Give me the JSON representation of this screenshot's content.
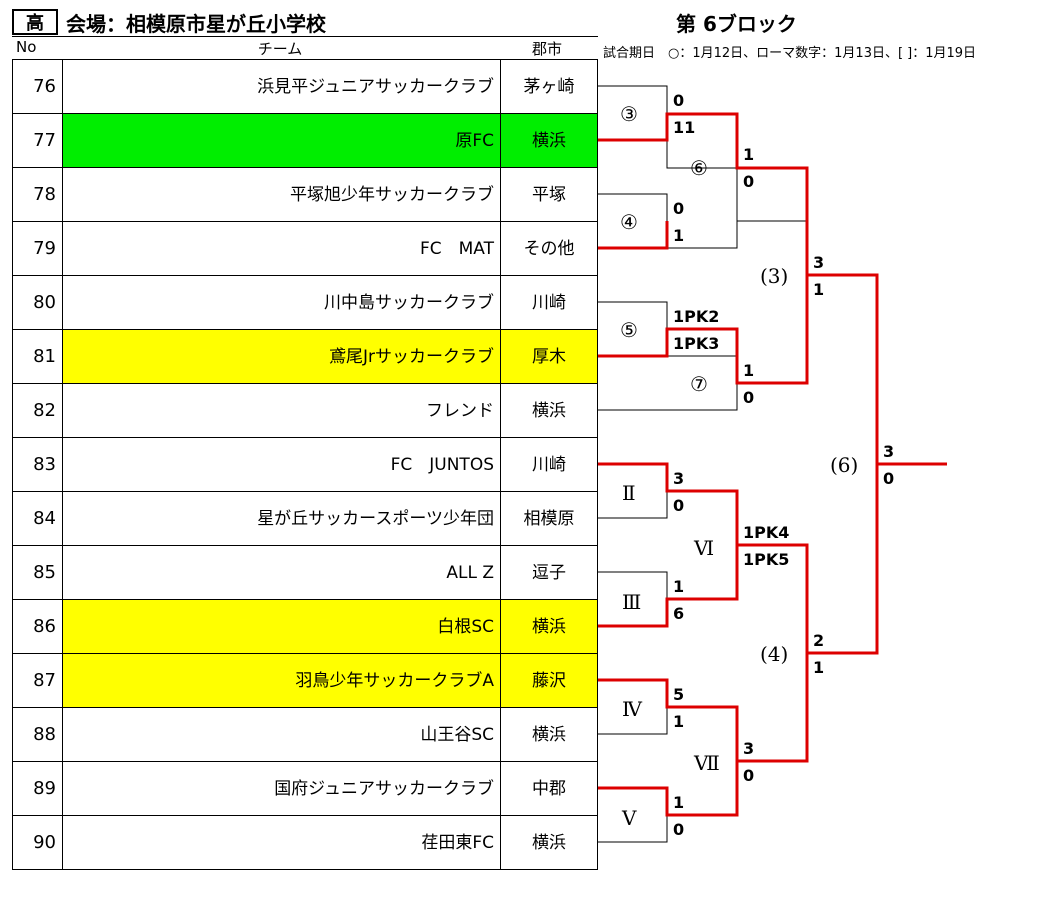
{
  "header": {
    "level": "高",
    "venue": "会場：相模原市星が丘小学校",
    "block": "第 6ブロック",
    "dates_note": "試合期日　○：1月12日、ローマ数字：1月13日、[ ]：1月19日",
    "col_no": "No",
    "col_team": "チーム",
    "col_city": "郡市"
  },
  "teams": [
    {
      "no": "76",
      "name": "浜見平ジュニアサッカークラブ",
      "city": "茅ヶ崎",
      "highlight": ""
    },
    {
      "no": "77",
      "name": "原FC",
      "city": "横浜",
      "highlight": "green"
    },
    {
      "no": "78",
      "name": "平塚旭少年サッカークラブ",
      "city": "平塚",
      "highlight": ""
    },
    {
      "no": "79",
      "name": "FC　MAT",
      "city": "その他",
      "highlight": ""
    },
    {
      "no": "80",
      "name": "川中島サッカークラブ",
      "city": "川崎",
      "highlight": ""
    },
    {
      "no": "81",
      "name": "鳶尾Jrサッカークラブ",
      "city": "厚木",
      "highlight": "yellow"
    },
    {
      "no": "82",
      "name": "フレンド",
      "city": "横浜",
      "highlight": ""
    },
    {
      "no": "83",
      "name": "FC　JUNTOS",
      "city": "川崎",
      "highlight": ""
    },
    {
      "no": "84",
      "name": "星が丘サッカースポーツ少年団",
      "city": "相模原",
      "highlight": ""
    },
    {
      "no": "85",
      "name": "ALL Z",
      "city": "逗子",
      "highlight": ""
    },
    {
      "no": "86",
      "name": "白根SC",
      "city": "横浜",
      "highlight": "yellow"
    },
    {
      "no": "87",
      "name": "羽鳥少年サッカークラブA",
      "city": "藤沢",
      "highlight": "yellow"
    },
    {
      "no": "88",
      "name": "山王谷SC",
      "city": "横浜",
      "highlight": ""
    },
    {
      "no": "89",
      "name": "国府ジュニアサッカークラブ",
      "city": "中郡",
      "highlight": ""
    },
    {
      "no": "90",
      "name": "荏田東FC",
      "city": "横浜",
      "highlight": ""
    }
  ],
  "bracket": {
    "match_labels": [
      "③",
      "④",
      "⑤",
      "⑥",
      "⑦",
      "(3)",
      "Ⅱ",
      "Ⅲ",
      "Ⅳ",
      "Ⅴ",
      "Ⅵ",
      "Ⅶ",
      "(4)",
      "(6)"
    ],
    "scores": {
      "m3": [
        "0",
        "11"
      ],
      "m4": [
        "0",
        "1"
      ],
      "m5": [
        "1PK2",
        "1PK3"
      ],
      "m6": [
        "1",
        "0"
      ],
      "m7": [
        "1",
        "0"
      ],
      "mp3": [
        "3",
        "1"
      ],
      "mII": [
        "3",
        "0"
      ],
      "mIII": [
        "1",
        "6"
      ],
      "mIV": [
        "5",
        "1"
      ],
      "mV": [
        "1",
        "0"
      ],
      "mVI": [
        "1PK4",
        "1PK5"
      ],
      "mVII": [
        "3",
        "0"
      ],
      "mp4": [
        "2",
        "1"
      ],
      "final": [
        "3",
        "0"
      ]
    }
  },
  "colors": {
    "winner_line": "#dd0000",
    "highlight_green": "#00ee00",
    "highlight_yellow": "#ffff00"
  }
}
